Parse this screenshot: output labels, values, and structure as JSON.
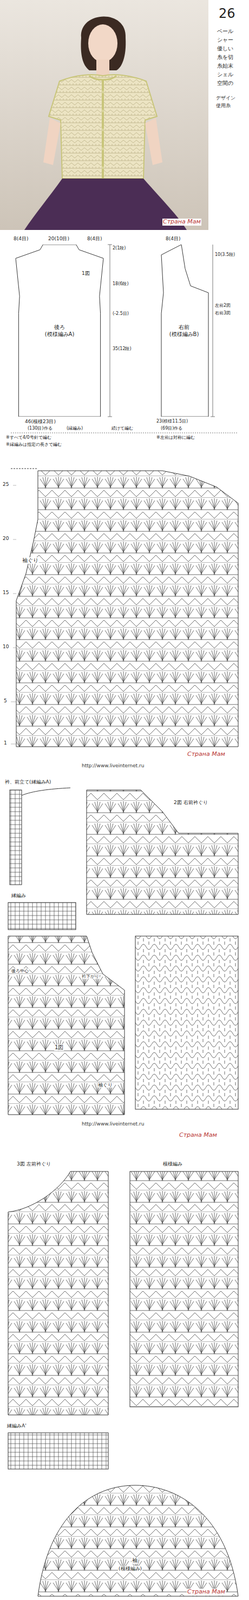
{
  "diagram": {
    "nodes": [
      {
        "text": [
          "後ろ",
          "(模様編みA)"
        ]
      },
      {
        "text": [
          "右前",
          "(模様編みB)"
        ]
      }
    ],
    "labels": [
      "26",
      "ベール",
      "シャー",
      "優しい",
      "糸を切",
      "糸始末",
      "シェル",
      "空間の",
      "デザイン",
      "使用糸",
      "Страна Мам",
      "8(4目)",
      "20(10目)",
      "8(4目)",
      "2(1段)",
      "18(6段)",
      "35(12段)",
      "46(模様23目)",
      "(130目)作る",
      "(縁編み)",
      "8(4目)",
      "10(3.5段)",
      "左前2図",
      "右前3図",
      "23(模様11.5目)",
      "(69目)作る",
      "※すべて4/0号針で編む",
      "※縁編みは指定の長さで編む",
      "※左前は対称に編む",
      "続けて編む",
      "(-2.5目)",
      "1図",
      "袖ぐり",
      "1",
      "5",
      "10",
      "15",
      "20",
      "25",
      "http://www.liveinternet.ru",
      "Страна Мам",
      "衿、前立て(縁編みA)",
      "2図 右前衿ぐり",
      "縁編み",
      "後ろ中心",
      "衿下がり",
      "1図",
      "袖ぐり",
      "http://www.liveinternet.ru",
      "Страна Мам",
      "3図 左前衿ぐり",
      "模様編み",
      "縁編みA'",
      "袖",
      "(模様編み)",
      "Страна Мам"
    ]
  }
}
